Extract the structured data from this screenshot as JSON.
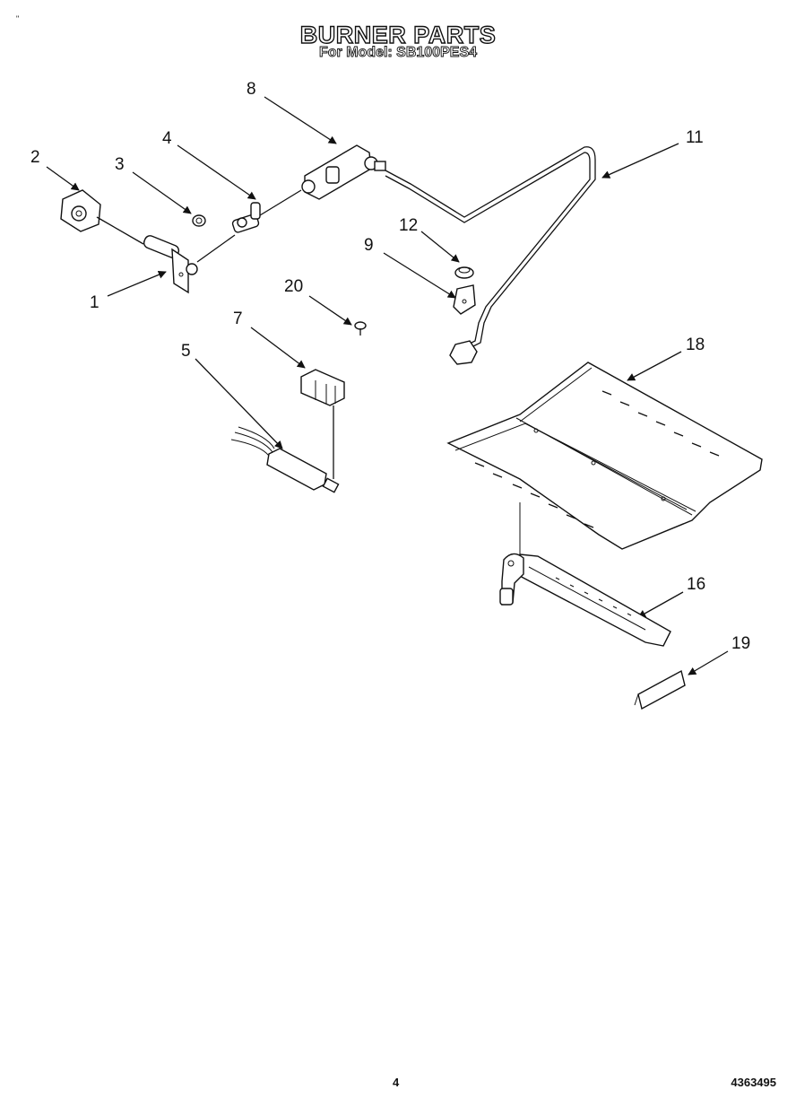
{
  "header": {
    "title": "BURNER PARTS",
    "subtitle": "For Model: SB100PES4",
    "corner_mark": "\""
  },
  "callouts": {
    "c1": "1",
    "c2": "2",
    "c3": "3",
    "c4": "4",
    "c5": "5",
    "c7": "7",
    "c8": "8",
    "c9": "9",
    "c11": "11",
    "c12": "12",
    "c16": "16",
    "c18": "18",
    "c19": "19",
    "c20": "20"
  },
  "footer": {
    "page_number": "4",
    "document_number": "4363495"
  }
}
